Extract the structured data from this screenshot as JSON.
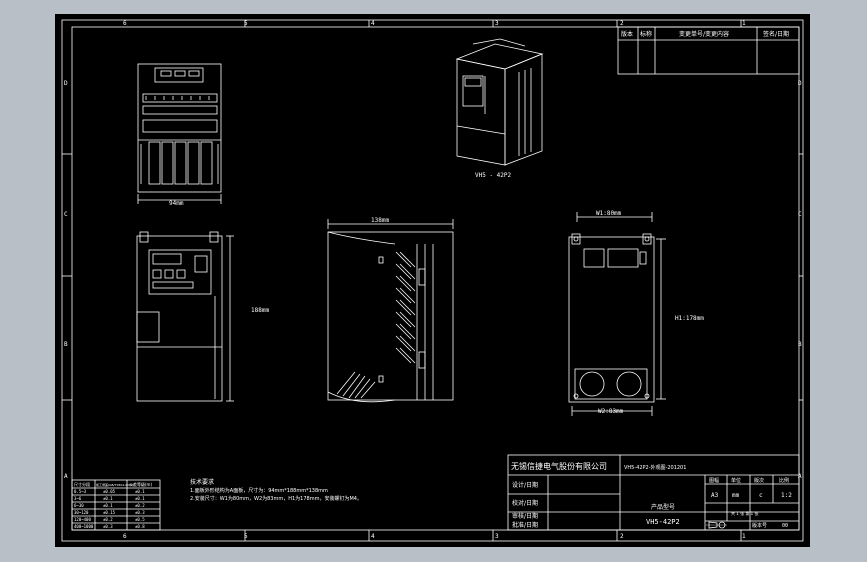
{
  "border": {
    "top_numbers": [
      "6",
      "5",
      "4",
      "3",
      "2",
      "1"
    ],
    "bottom_numbers": [
      "6",
      "5",
      "4",
      "3",
      "2",
      "1"
    ],
    "left_letters": [
      "D",
      "C",
      "B",
      "A"
    ],
    "right_letters": [
      "D",
      "C",
      "B",
      "A"
    ]
  },
  "revision_table": {
    "headers": [
      "版本",
      "标称",
      "变更单号/变更内容",
      "签名/日期"
    ]
  },
  "views": {
    "top_width_dim": "94mm",
    "iso_label": "VH5 - 42P2",
    "side_depth_dim": "138mm",
    "front_height_dim": "188mm",
    "mount_w1": "W1:80mm",
    "mount_h1": "H1:178mm",
    "mount_w2": "W2:83mm"
  },
  "tolerance_table": {
    "headers": [
      "尺寸分段",
      "加工误差(GB/T1804-2000)",
      "公差等级(m)"
    ],
    "rows": [
      [
        "0.5~3",
        "±0.05",
        "±0.1"
      ],
      [
        "3~6",
        "±0.1",
        "±0.1"
      ],
      [
        "6~30",
        "±0.1",
        "±0.2"
      ],
      [
        "30~120",
        "±0.15",
        "±0.3"
      ],
      [
        "120~400",
        "±0.2",
        "±0.5"
      ],
      [
        "400~1000",
        "±0.3",
        "±0.8"
      ]
    ]
  },
  "tech_notes": {
    "title": "技术要求",
    "line1": "1.面板外形结构为A面板，尺寸为：94mm*188mm*138mm",
    "line2": "2.安装尺寸：W1为80mm，W2为83mm，H1为178mm，安装螺钉为M4。"
  },
  "title_block": {
    "company": "无锡信捷电气股份有限公司",
    "drawing_no": "VH5-42P2-外观图-201201",
    "left_labels": [
      "设计/日期",
      "校对/日期",
      "审核/日期",
      "批准/日期"
    ],
    "header_cells": [
      "图幅",
      "单位",
      "版次",
      "比例"
    ],
    "values": [
      "A3",
      "mm",
      "c",
      "1:2"
    ],
    "product_label": "产品型号",
    "product_model": "VH5-42P2",
    "sheet_info": "共 1 张  第 1 张",
    "version_label": "版本号",
    "version_value": "00"
  },
  "colors": {
    "background": "#b9bfc6",
    "paper": "#000000",
    "lines": "#ffffff"
  }
}
